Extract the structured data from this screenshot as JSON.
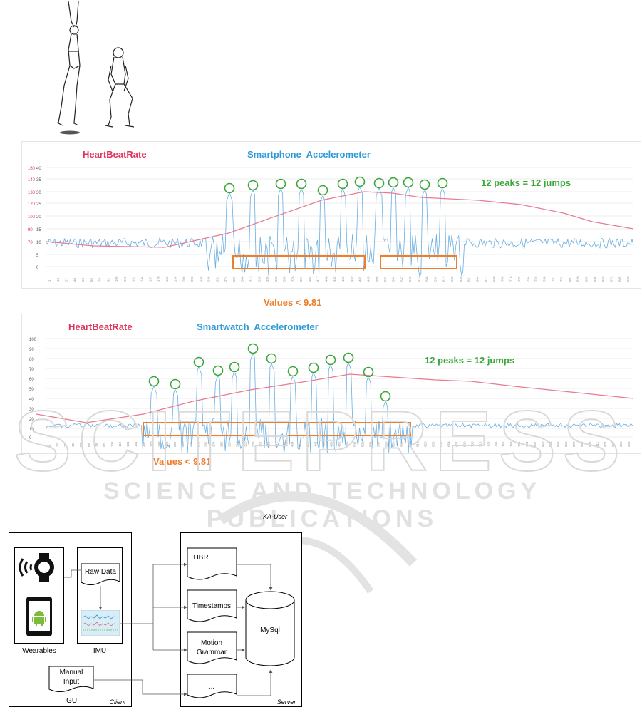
{
  "figure": {
    "charts": [
      {
        "hbr_label": "HeartBeatRate",
        "accel_label": "Smartphone  Accelerometer",
        "peaks_label": "12 peaks = 12 jumps",
        "left_axis_hbr": [
          "160",
          "140",
          "130",
          "120",
          "100",
          "90",
          "70"
        ],
        "left_axis_acc": [
          "40",
          "35",
          "30",
          "25",
          "20",
          "15",
          "10",
          "5",
          "0"
        ]
      },
      {
        "hbr_label": "HeartBeatRate",
        "accel_label": "Smartwatch  Accelerometer",
        "peaks_label": "12 peaks = 12 jumps",
        "left_axis_acc": [
          "100",
          "90",
          "80",
          "70",
          "60",
          "50",
          "40",
          "30",
          "20",
          "10",
          "0"
        ]
      }
    ],
    "values_note": "Values < 9.81",
    "watermark_main": "SCITEPRESS",
    "watermark_sub": "SCIENCE AND TECHNOLOGY PUBLICATIONS",
    "colors": {
      "hbr": "#e0335a",
      "accel": "#2e9bd6",
      "peaks": "#3aa63a",
      "orange": "#f07d2a",
      "hbr_line": "#e87b90",
      "accel_line": "#6aaee0"
    }
  },
  "diagram": {
    "title": "KA-User",
    "client": {
      "label": "Client",
      "wearables": "Wearables",
      "imu": "IMU",
      "raw_data": "Raw Data",
      "manual_input_1": "Manual",
      "manual_input_2": "Input",
      "gui": "GUI"
    },
    "server": {
      "label": "Server",
      "hbr": "HBR",
      "timestamps": "Timestamps",
      "motion_1": "Motion",
      "motion_2": "Grammar",
      "ellipsis": "...",
      "db": "MySql"
    }
  }
}
